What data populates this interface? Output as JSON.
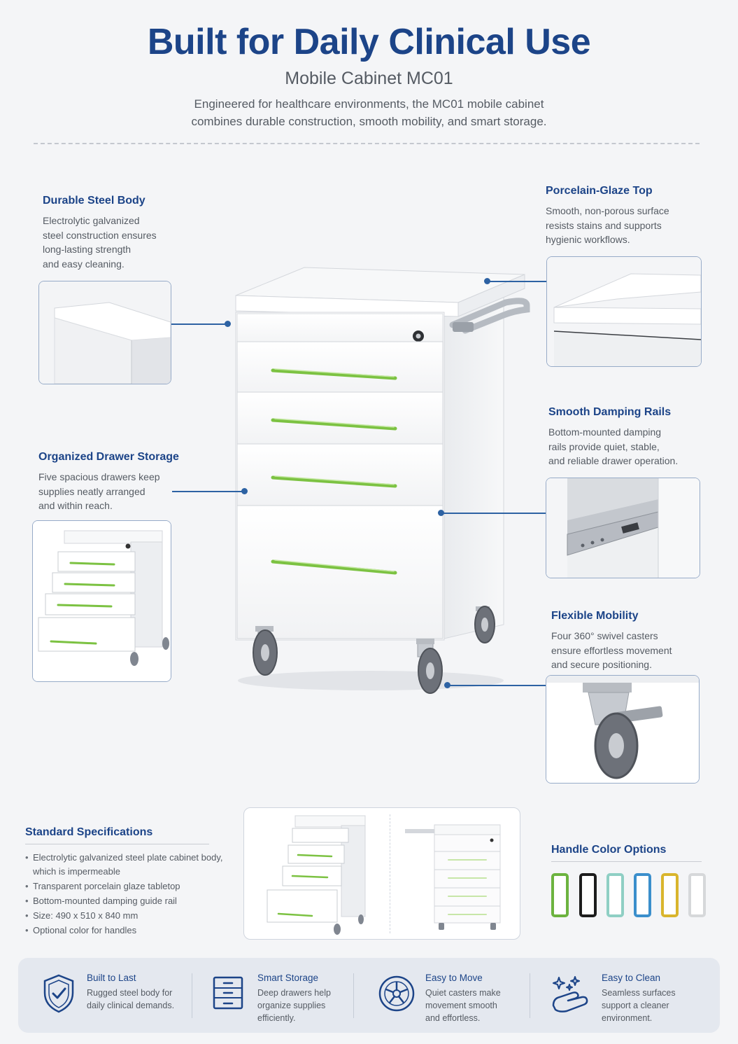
{
  "header": {
    "title": "Built for Daily Clinical Use",
    "subtitle": "Mobile Cabinet MC01",
    "intro_line1": "Engineered for healthcare environments, the MC01 mobile cabinet",
    "intro_line2": "combines durable construction, smooth mobility, and smart storage."
  },
  "features": {
    "steel_body": {
      "title": "Durable Steel Body",
      "desc": [
        "Electrolytic galvanized",
        "steel construction ensures",
        "long-lasting strength",
        "and easy cleaning."
      ]
    },
    "glaze_top": {
      "title": "Porcelain-Glaze Top",
      "desc": [
        "Smooth, non-porous surface",
        "resists stains and supports",
        "hygienic workflows."
      ]
    },
    "drawer_storage": {
      "title": "Organized Drawer Storage",
      "desc": [
        "Five spacious drawers keep",
        "supplies neatly arranged",
        "and within reach."
      ]
    },
    "damping_rails": {
      "title": "Smooth Damping Rails",
      "desc": [
        "Bottom-mounted damping",
        "rails provide quiet, stable,",
        "and reliable drawer operation."
      ]
    },
    "mobility": {
      "title": "Flexible Mobility",
      "desc": [
        "Four 360° swivel casters",
        "ensure effortless movement",
        "and secure positioning."
      ]
    }
  },
  "specs": {
    "title": "Standard Specifications",
    "items": [
      "Electrolytic galvanized steel plate cabinet body,",
      "Transparent porcelain glaze tabletop",
      "Bottom-mounted damping guide rail",
      "Size: 490 x 510 x 840 mm",
      "Optional color for handles"
    ],
    "item1_cont": "which is impermeable"
  },
  "handle_options": {
    "title": "Handle Color Options",
    "colors": [
      "#6cb33f",
      "#1d1d1d",
      "#8fcfc4",
      "#3b8fcc",
      "#d9b52d",
      "#d6d8da"
    ]
  },
  "benefits": [
    {
      "title": "Built to Last",
      "desc": [
        "Rugged steel body for",
        "daily clinical demands."
      ],
      "icon": "shield-check-icon"
    },
    {
      "title": "Smart Storage",
      "desc": [
        "Deep drawers help",
        "organize supplies",
        "efficiently."
      ],
      "icon": "drawer-cabinet-icon"
    },
    {
      "title": "Easy to Move",
      "desc": [
        "Quiet casters make",
        "movement smooth",
        "and effortless."
      ],
      "icon": "wheel-icon"
    },
    {
      "title": "Easy to Clean",
      "desc": [
        "Seamless surfaces",
        "support a cleaner",
        "environment."
      ],
      "icon": "clean-hand-icon"
    }
  ],
  "colors": {
    "brand_blue": "#1c4488",
    "handle_green": "#7cc242",
    "connector_blue": "#2d62a3"
  }
}
